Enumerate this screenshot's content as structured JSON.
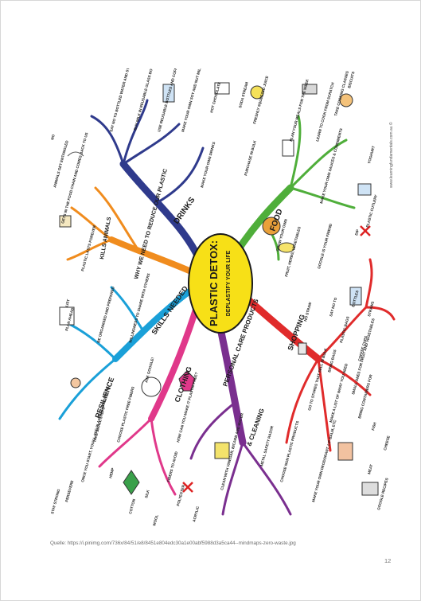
{
  "mindmap": {
    "center": {
      "title": "PLASTIC DETOX:",
      "subtitle": "DEPLASTIFY YOUR LIFE"
    },
    "credit": "www.learningfundamentals.com.au ©",
    "branches": {
      "drinks": "DRINKS",
      "food": "FOOD",
      "shopping": "SHOPPING",
      "personal_care": "PERSONAL CARE PRODUCTS",
      "cleaning": "& CLEANING",
      "clothing": "CLOTHING",
      "skills": "SKILLS NEEDED",
      "resilience": "RESILIENCE",
      "why": "WHY WE NEED TO REDUCE OUR PLASTIC",
      "kills": "KILLS ANIMALS"
    },
    "leaves": [
      "SAY NO TO BOTTLED WATER AND STRAWS",
      "BUY MILK IN REUSABLE GLASS BOTTLES",
      "USE REUSABLE BOTTLES AND COFFEE CUPS",
      "MAKE YOUR OWN SOY AND NUT MILK",
      "HOT CHOCOLATE",
      "SODA STREAM",
      "FRESHLY SQUEEZED JUICE",
      "MAKE YOUR OWN DRINKS",
      "PURCHASE IN BULK",
      "PLAN YOUR MEALS FOR THE WEEK",
      "LEARN TO COOK FROM SCRATCH",
      "TAKE COOKING CLASSES",
      "BISCUITS",
      "MAKE YOUR OWN SAUCES & CONDIMENTS",
      "YOGHURT",
      "DIP",
      "GROW YOUR OWN",
      "FRUIT, HERBS, VEGETABLES",
      "GOOGLE IS YOUR FRIEND",
      "PLASTIC CUTLERY",
      "BOTTLES",
      "SAY NO TO",
      "STRAWS",
      "NO STRAW",
      "PLASTIC BAGS",
      "COFFEE CUPS",
      "BRING BAGS",
      "SMALL ONES FOR FRUIT AND VEGETABLES",
      "GO TO STORES THAT SELL IN BULK",
      "MAKE A LIST OF WHAT YOU NEED",
      "BRING CONTAINERS FOR",
      "FISH",
      "MEAT",
      "CHEESE",
      "METAL SAFETY RAZOR",
      "CHOOSE NON PLASTIC PRODUCTS",
      "MAKE YOUR OWN DEODORANT, LIP BALM, ETC",
      "GOOGLE RECIPES",
      "CLEAN WITH VINEGAR, BICARB AND WATER",
      "HOW CAN YOU MAKE IT PLASTIC FREE?",
      "FIBERS TO AVOID",
      "POLYESTER",
      "ACRYLIC",
      "ASK GOOGLE!",
      "CHOOSE PLASTIC FREE FIBERS",
      "HEMP",
      "COTTON",
      "SILK",
      "WOOL",
      "STAY STRONG",
      "PERSEVERE",
      "ONCE YOU START, YOU'LL SEE PLASTIC EVERYWHERE",
      "TAKE SMALL STEPS",
      "BE ORGANISED AND PREPARED",
      "PLAN AHEAD",
      "LIST",
      "WILLINGNESS TO SHARE WITH OTHERS",
      "PLASTIC LASTS FOREVER",
      "GETS IN THE FOOD CHAIN AND COMES BACK TO US",
      "ANIMALS GET ENTANGLED",
      "NO"
    ]
  },
  "caption": "Quelle: https://i.pinimg.com/736x/84/51/e8/8451e804edc30a1e00abf5988d3a5ca44--mindmaps-zero-waste.jpg",
  "page_number": "12",
  "colors": {
    "drinks": "#2f3a8c",
    "food": "#4fae3a",
    "shopping": "#e02b2b",
    "personal_care": "#7a2f8f",
    "clothing": "#e0388a",
    "skills": "#1aa0d8",
    "why": "#f08c1e",
    "center": "#f7e017"
  }
}
